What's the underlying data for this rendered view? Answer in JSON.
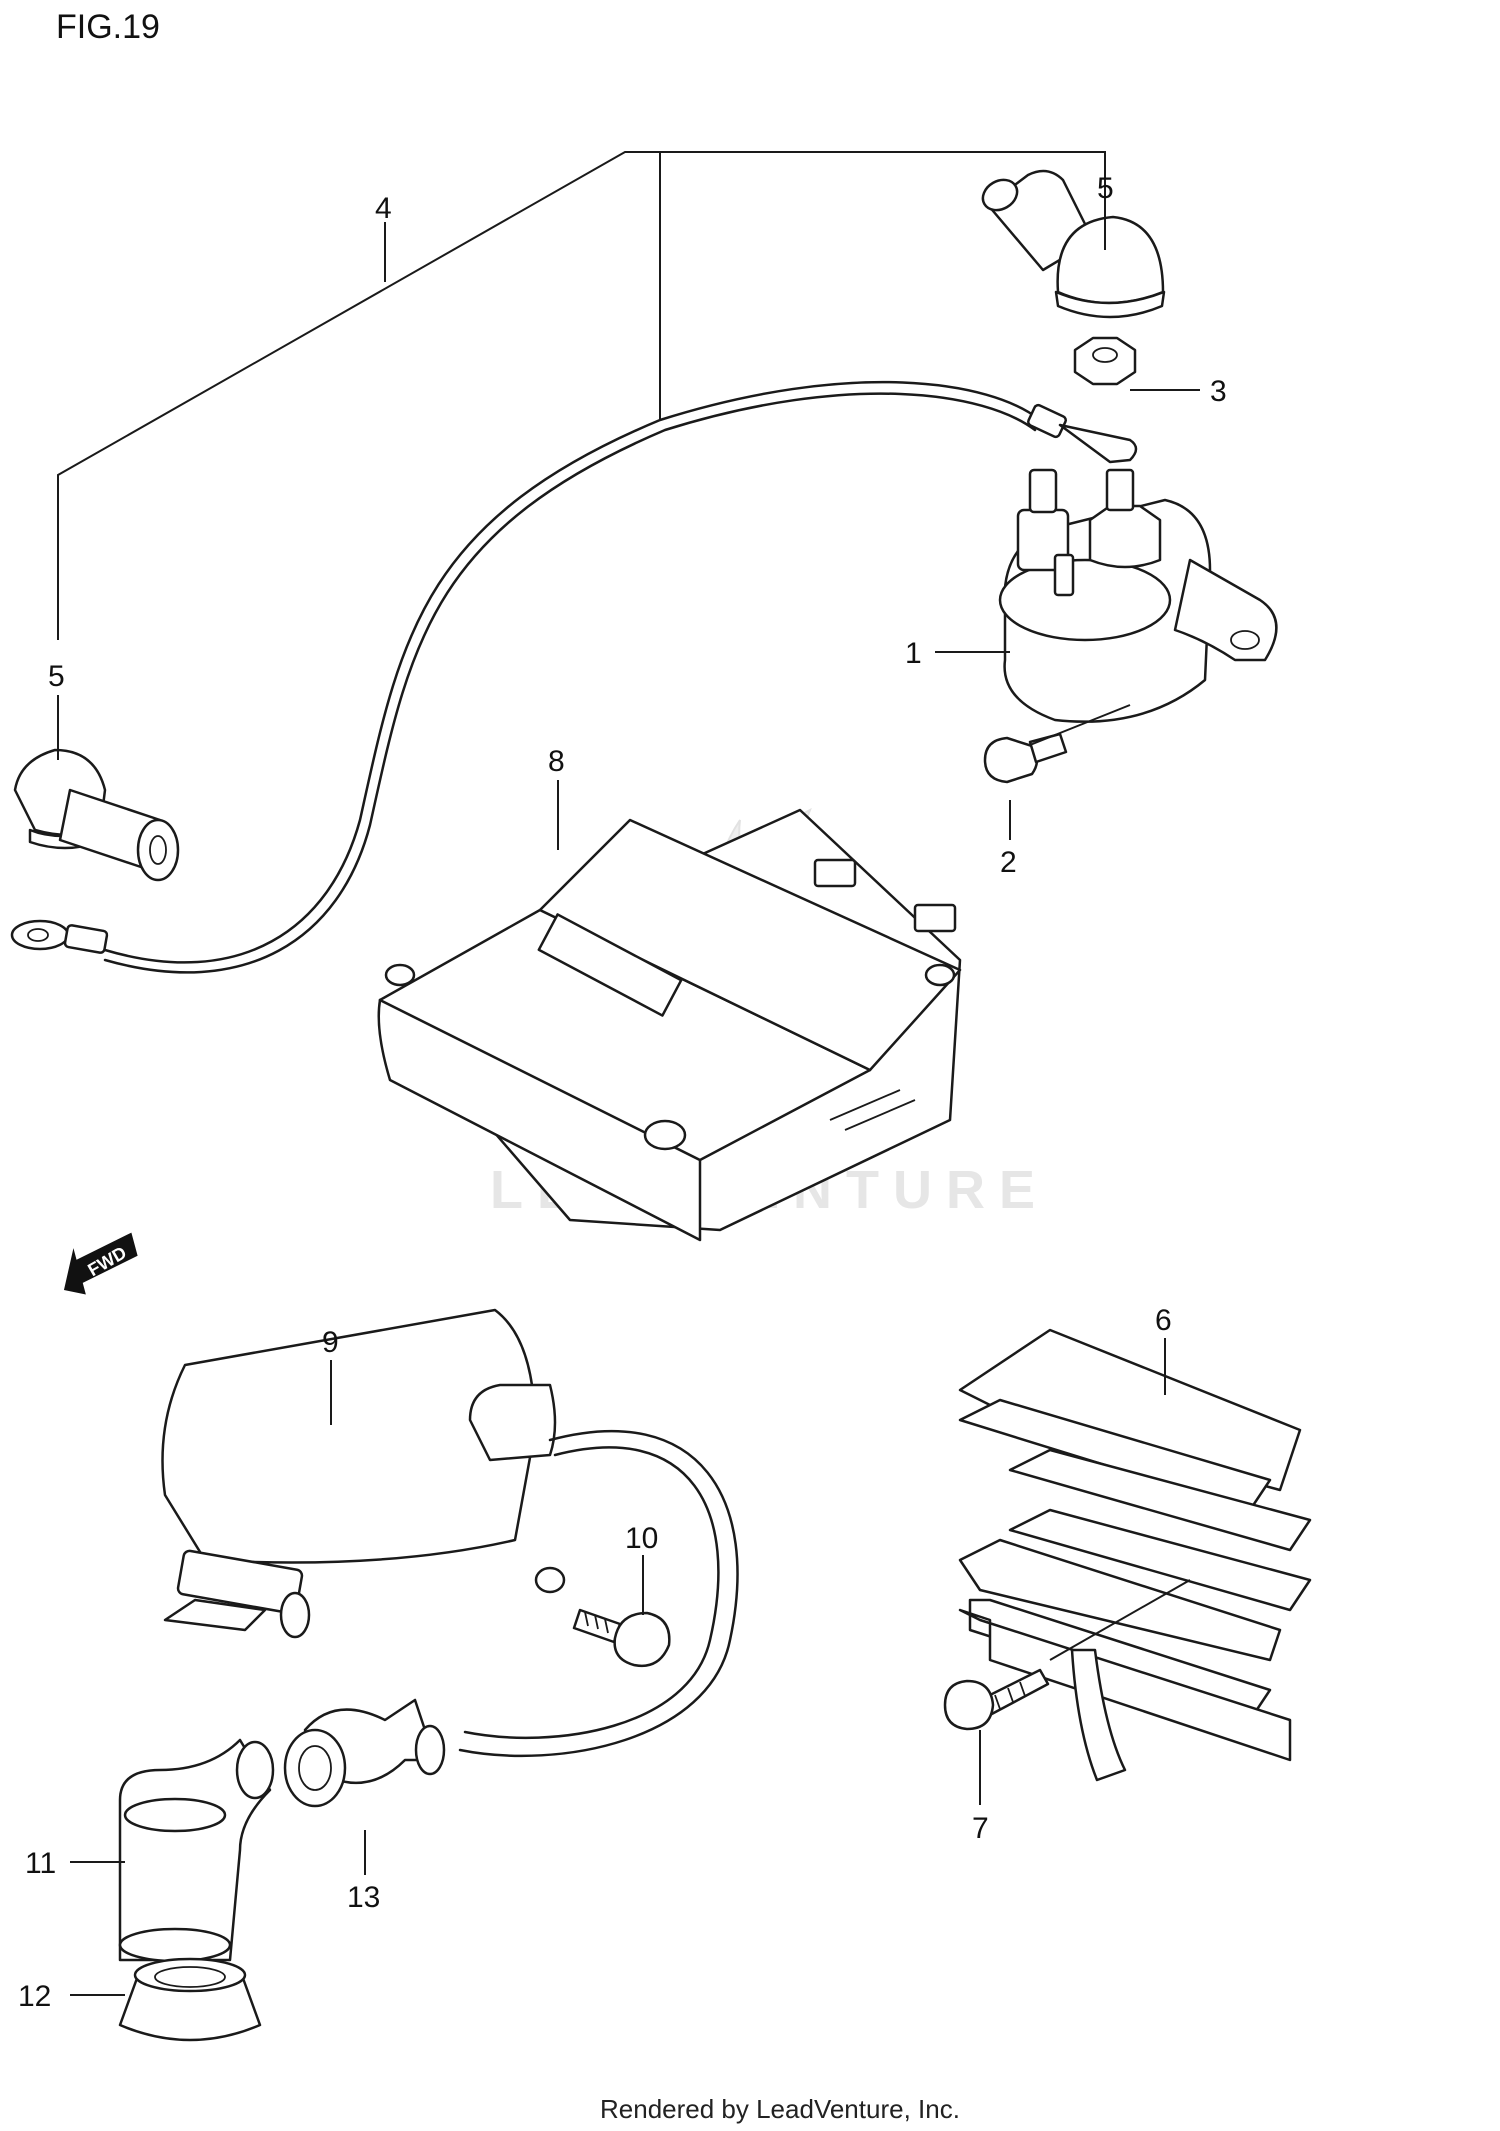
{
  "figure_title": "FIG.19",
  "footer": "Rendered by LeadVenture, Inc.",
  "watermark": "LEADVENTURE",
  "fwd_arrow_label": "FWD",
  "callouts": {
    "c1": "1",
    "c2": "2",
    "c3": "3",
    "c4": "4",
    "c5a": "5",
    "c5b": "5",
    "c6": "6",
    "c7": "7",
    "c8": "8",
    "c9": "9",
    "c10": "10",
    "c11": "11",
    "c12": "12",
    "c13": "13"
  }
}
